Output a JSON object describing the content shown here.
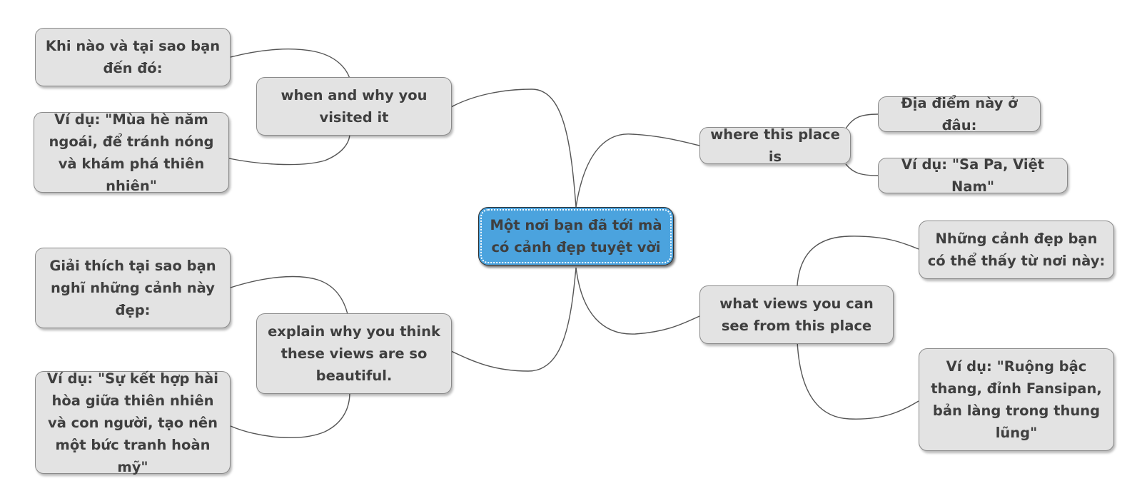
{
  "central": {
    "text": "Một nơi bạn đã tới mà có cảnh đẹp tuyệt vời"
  },
  "branches": {
    "when": {
      "label": "when and why you visited it",
      "children": [
        "Khi nào và tại sao bạn đến đó:",
        "Ví dụ: \"Mùa hè năm ngoái, để tránh nóng và khám phá thiên nhiên\""
      ]
    },
    "explain": {
      "label": "explain why you think these views are so beautiful.",
      "children": [
        "Giải thích tại sao bạn nghĩ những cảnh này đẹp:",
        "Ví dụ: \"Sự kết hợp hài hòa giữa thiên nhiên và con người, tạo nên một bức tranh hoàn mỹ\""
      ]
    },
    "where": {
      "label": "where this place is",
      "children": [
        "Địa điểm này ở đâu:",
        "Ví dụ: \"Sa Pa, Việt Nam\""
      ]
    },
    "views": {
      "label": "what views you can see from this place",
      "children": [
        "Những cảnh đẹp bạn có thể thấy từ nơi này:",
        "Ví dụ: \"Ruộng bậc thang, đỉnh Fansipan, bản làng trong thung lũng\""
      ]
    }
  },
  "colors": {
    "central_fill": "#4ba3de",
    "node_fill": "#e3e3e3",
    "text": "#3f3f3f",
    "connector": "#555555"
  }
}
